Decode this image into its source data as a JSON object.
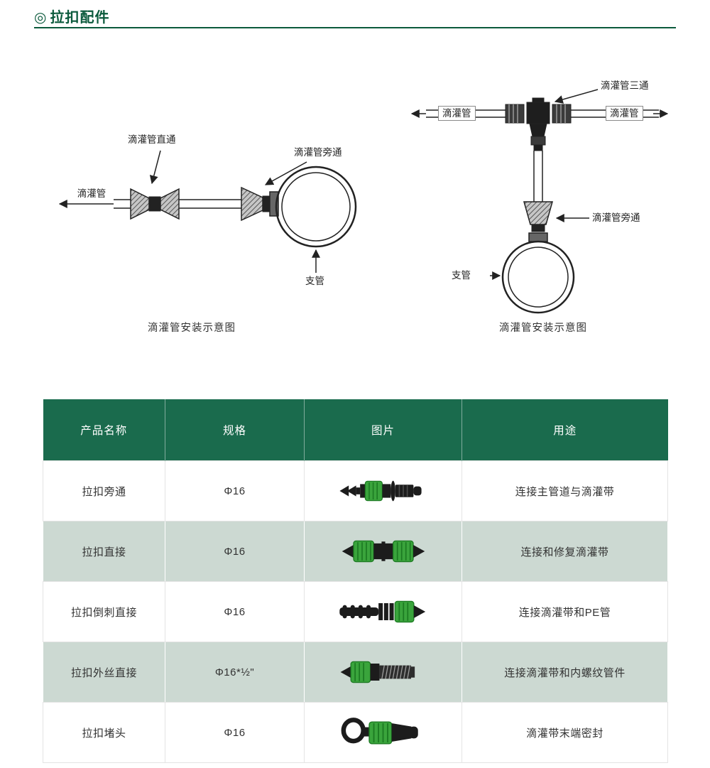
{
  "colors": {
    "title_green": "#0b5a3c",
    "header_green": "#1a6b4d",
    "row_alt": "#ccd9d2",
    "accent_green": "#3aa43c"
  },
  "header": {
    "bullet": "◎",
    "title": "拉扣配件"
  },
  "diagram_left": {
    "label_pipe": "滴灌管",
    "label_straight": "滴灌管直通",
    "label_bypass": "滴灌管旁通",
    "label_branch": "支管",
    "caption": "滴灌管安装示意图"
  },
  "diagram_right": {
    "label_pipe_left": "滴灌管",
    "label_pipe_right": "滴灌管",
    "label_tee": "滴灌管三通",
    "label_bypass": "滴灌管旁通",
    "label_branch": "支管",
    "caption": "滴灌管安装示意图"
  },
  "table": {
    "headers": [
      "产品名称",
      "规格",
      "图片",
      "用途"
    ],
    "rows": [
      {
        "name": "拉扣旁通",
        "spec": "Φ16",
        "image": "bypass-offtake",
        "usage": "连接主管道与滴灌带"
      },
      {
        "name": "拉扣直接",
        "spec": "Φ16",
        "image": "coupling",
        "usage": "连接和修复滴灌带"
      },
      {
        "name": "拉扣倒刺直接",
        "spec": "Φ16",
        "image": "barbed-coupling",
        "usage": "连接滴灌带和PE管"
      },
      {
        "name": "拉扣外丝直接",
        "spec": "Φ16*½\"",
        "image": "male-thread-adapter",
        "usage": "连接滴灌带和内螺纹管件"
      },
      {
        "name": "拉扣堵头",
        "spec": "Φ16",
        "image": "end-plug",
        "usage": "滴灌带末端密封"
      }
    ]
  }
}
